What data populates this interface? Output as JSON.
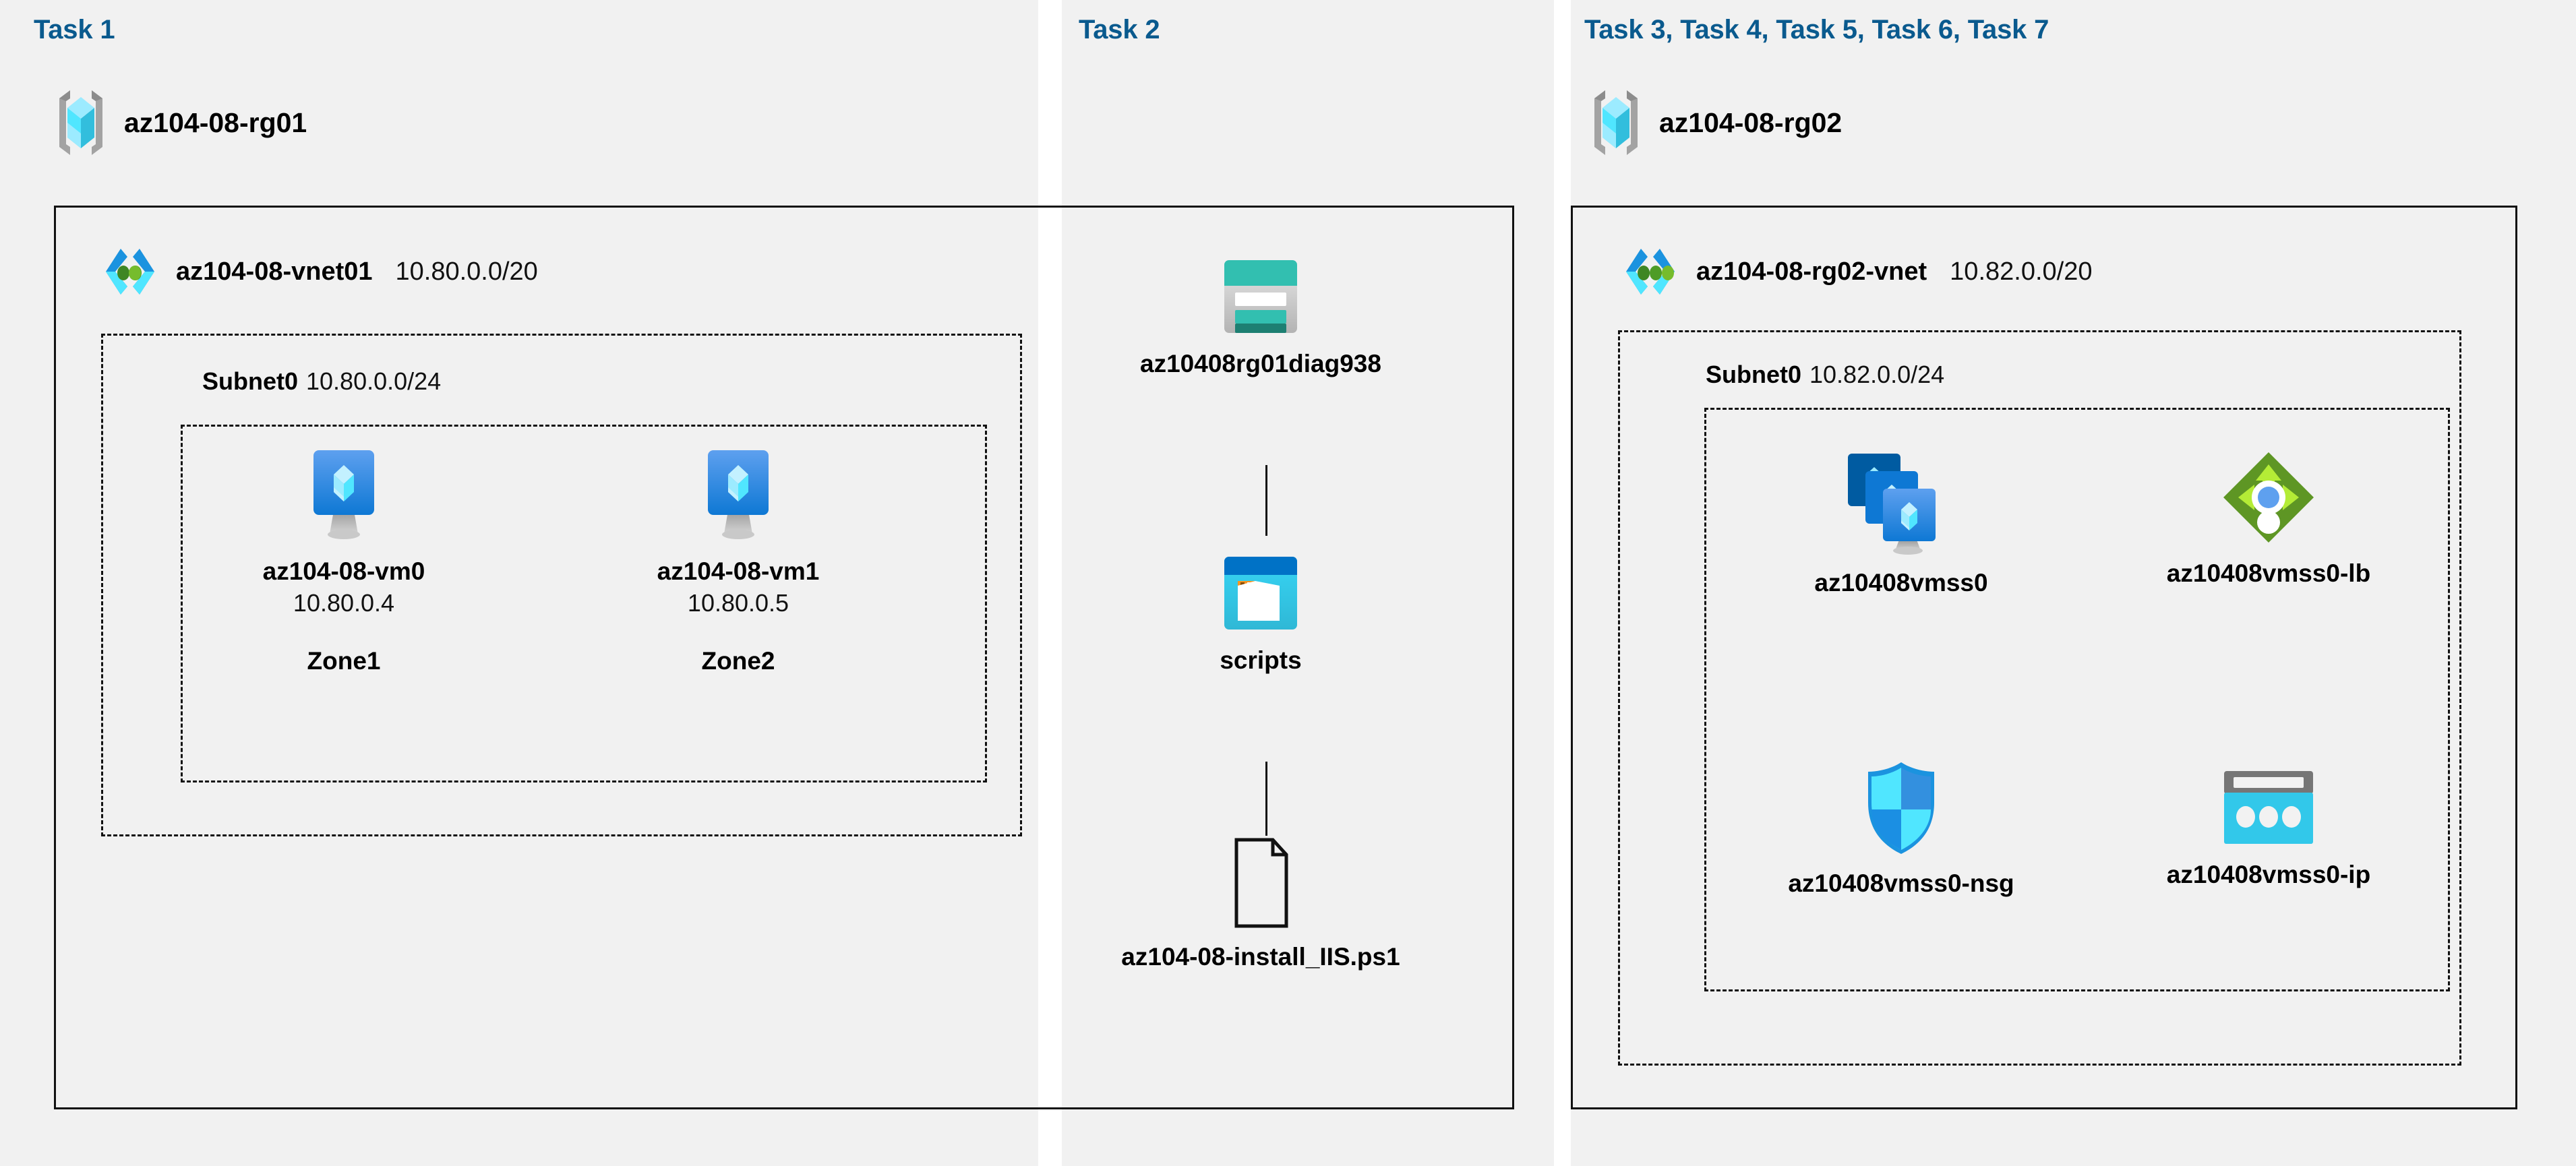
{
  "panels": {
    "task1": {
      "label": "Task 1"
    },
    "task2": {
      "label": "Task 2"
    },
    "task3": {
      "label": "Task 3, Task 4, Task 5, Task 6, Task 7"
    }
  },
  "resource_groups": [
    {
      "name": "az104-08-rg01",
      "icon": "resource-group-icon"
    },
    {
      "name": "az104-08-rg02",
      "icon": "resource-group-icon"
    }
  ],
  "vnets": [
    {
      "name": "az104-08-vnet01",
      "cidr": "10.80.0.0/20",
      "icon": "virtual-network-icon"
    },
    {
      "name": "az104-08-rg02-vnet",
      "cidr": "10.82.0.0/20",
      "icon": "virtual-network-icon"
    }
  ],
  "subnets": [
    {
      "name": "Subnet0",
      "cidr": "10.80.0.0/24"
    },
    {
      "name": "Subnet0",
      "cidr": "10.82.0.0/24"
    }
  ],
  "vms": [
    {
      "name": "az104-08-vm0",
      "ip": "10.80.0.4",
      "zone": "Zone1",
      "icon": "virtual-machine-icon"
    },
    {
      "name": "az104-08-vm1",
      "ip": "10.80.0.5",
      "zone": "Zone2",
      "icon": "virtual-machine-icon"
    }
  ],
  "storage": {
    "account": {
      "name": "az10408rg01diag938",
      "icon": "storage-account-icon"
    },
    "container": {
      "name": "scripts",
      "icon": "blob-container-icon"
    },
    "file": {
      "name": "az104-08-install_IIS.ps1",
      "icon": "script-file-icon"
    }
  },
  "scaleset_resources": [
    {
      "name": "az10408vmss0",
      "icon": "vm-scale-set-icon"
    },
    {
      "name": "az10408vmss0-lb",
      "icon": "load-balancer-icon"
    },
    {
      "name": "az10408vmss0-nsg",
      "icon": "network-security-group-icon"
    },
    {
      "name": "az10408vmss0-ip",
      "icon": "public-ip-address-icon"
    }
  ],
  "colors": {
    "task_label": "#0a5a8e",
    "panel_background": "#f1f1f1",
    "page_background": "#ffffff",
    "border": "#111111",
    "azure_blue": "#0078d4",
    "azure_cyan": "#50e6ff",
    "storage_teal": "#32bfb0",
    "lb_green": "#5e9624",
    "vmss_dark_blue": "#005ba1"
  }
}
